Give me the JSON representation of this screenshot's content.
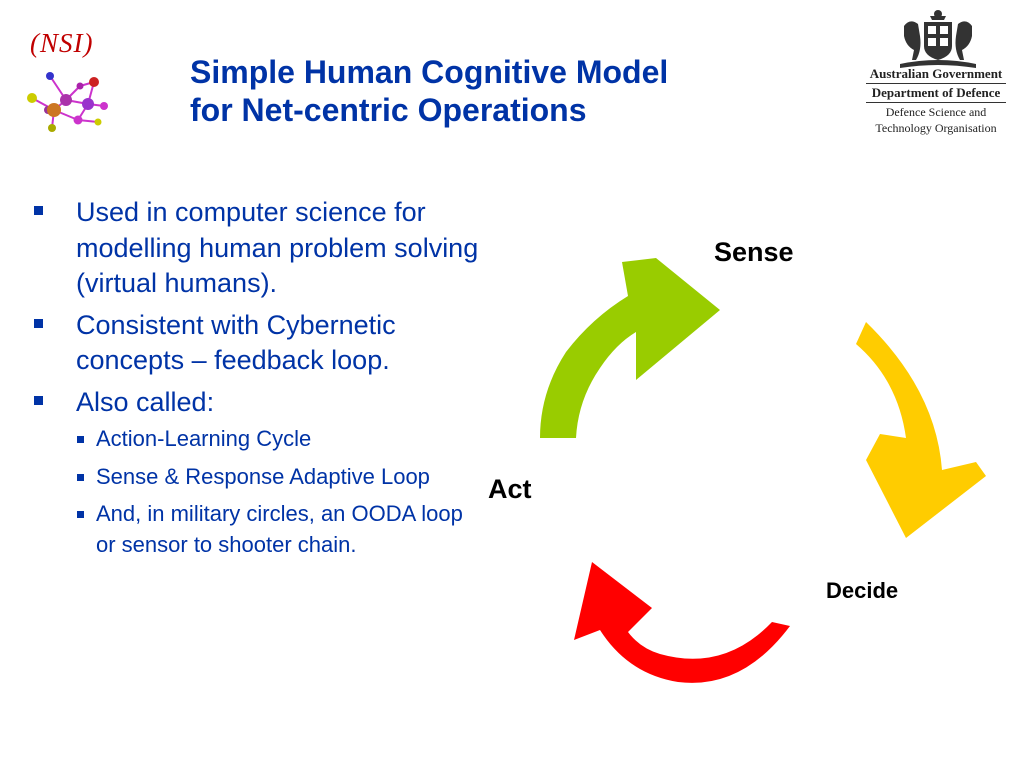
{
  "header": {
    "org_label": "(NSI)",
    "title_line1": "Simple Human Cognitive Model",
    "title_line2": "for Net-centric Operations"
  },
  "agency": {
    "line1": "Australian Government",
    "line2": "Department of Defence",
    "line3": "Defence Science and",
    "line4": "Technology Organisation"
  },
  "bullets": [
    {
      "text": "Used in computer science for modelling human problem solving (virtual humans)."
    },
    {
      "text": "Consistent with Cybernetic concepts – feedback loop."
    },
    {
      "text": "Also called:",
      "sub": [
        {
          "text": "Action-Learning Cycle"
        },
        {
          "text": "Sense & Response Adaptive Loop"
        },
        {
          "text": "And, in military circles, an OODA loop or sensor to shooter chain."
        }
      ]
    }
  ],
  "cycle": {
    "sense_label": "Sense",
    "decide_label": "Decide",
    "act_label": "Act",
    "colors": {
      "act_to_sense": "#99cc00",
      "sense_to_decide": "#ffcc00",
      "decide_to_act": "#ff0000"
    }
  },
  "colors": {
    "title": "#0033a6",
    "bullet_text": "#0033a6",
    "org_label": "#c00000"
  },
  "icons": {
    "nsi_logo": "molecule-network-icon",
    "government_crest": "australian-coat-of-arms-icon"
  }
}
